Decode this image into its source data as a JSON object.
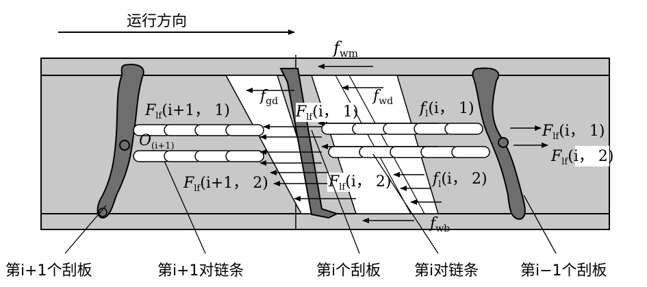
{
  "direction_label": "运行方向",
  "forces": {
    "f_wm": {
      "sym": "f",
      "sub": "wm"
    },
    "f_gd": {
      "sym": "f",
      "sub": "gd"
    },
    "f_wd": {
      "sym": "f",
      "sub": "wd"
    },
    "f_wb": {
      "sym": "f",
      "sub": "wb"
    },
    "F_lf_i1_1": {
      "sym": "F",
      "sub": "lf",
      "arg": "(i+1， 1)"
    },
    "F_lf_i1_2": {
      "sym": "F",
      "sub": "lf",
      "arg": "(i+1， 2)"
    },
    "F_lf_i_1_mid": {
      "sym": "F",
      "sub": "lf",
      "arg": "(i， 1)"
    },
    "F_lf_i_2_mid": {
      "sym": "F",
      "sub": "lf",
      "arg": "(i， 2)"
    },
    "f_l_i_1": {
      "sym": "f",
      "sub": "l",
      "arg": "(i， 1)"
    },
    "f_l_i_2": {
      "sym": "f",
      "sub": "l",
      "arg": "(i， 2)"
    },
    "F_lf_i_1_right": {
      "sym": "F",
      "sub": "lf",
      "arg": "(i， 1)"
    },
    "F_lf_i_2_right": {
      "sym": "F",
      "sub": "lf",
      "arg": "(i， 2)"
    }
  },
  "origin": {
    "sym": "O",
    "sub": "(i+1)"
  },
  "captions": [
    "第i+1个刮板",
    "第i+1对链条",
    "第i个刮板",
    "第i对链条",
    "第i−1个刮板"
  ],
  "colors": {
    "trough": "#c8c8c8",
    "flight": "#6e6e6e",
    "chain": "#ffffff",
    "line": "#000000"
  }
}
